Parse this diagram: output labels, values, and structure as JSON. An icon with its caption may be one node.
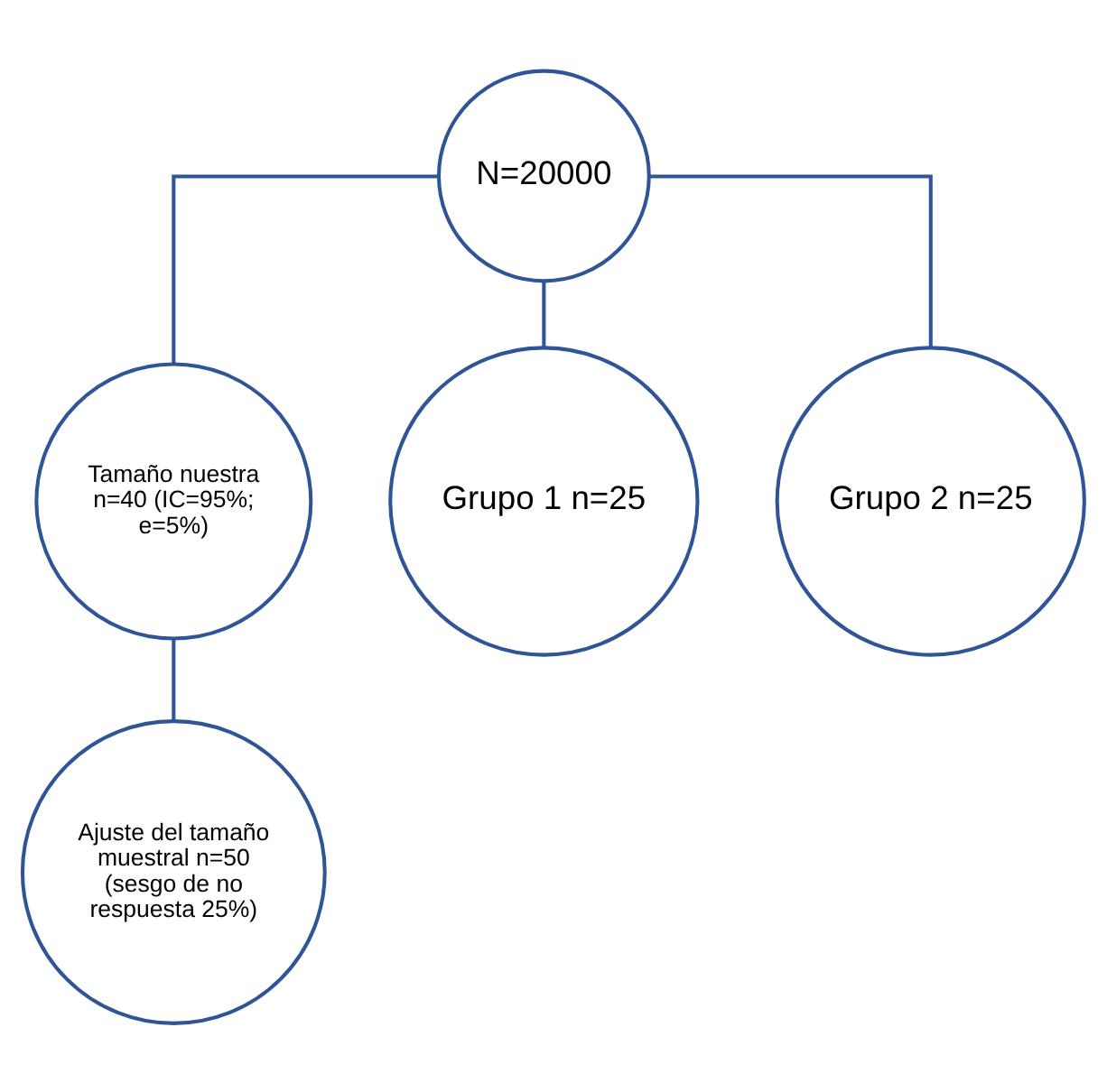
{
  "diagram": {
    "nodes": [
      {
        "text": [
          "N=20000"
        ]
      },
      {
        "text": [
          "Tamaño nuestra n=40 (IC=95%; e=5%)"
        ]
      },
      {
        "text": [
          "Ajuste del tamaño muestral n=50 (sesgo de no respuesta 25%)"
        ]
      },
      {
        "text": [
          "Grupo 1 n=25"
        ]
      },
      {
        "text": [
          "Grupo 2 n=25"
        ]
      }
    ],
    "edges": [
      {
        "from": 0,
        "to": 1,
        "arrow": "none"
      },
      {
        "from": 1,
        "to": 2,
        "arrow": "none"
      },
      {
        "from": 0,
        "to": 3,
        "arrow": "none"
      },
      {
        "from": 0,
        "to": 4,
        "arrow": "none"
      }
    ]
  }
}
